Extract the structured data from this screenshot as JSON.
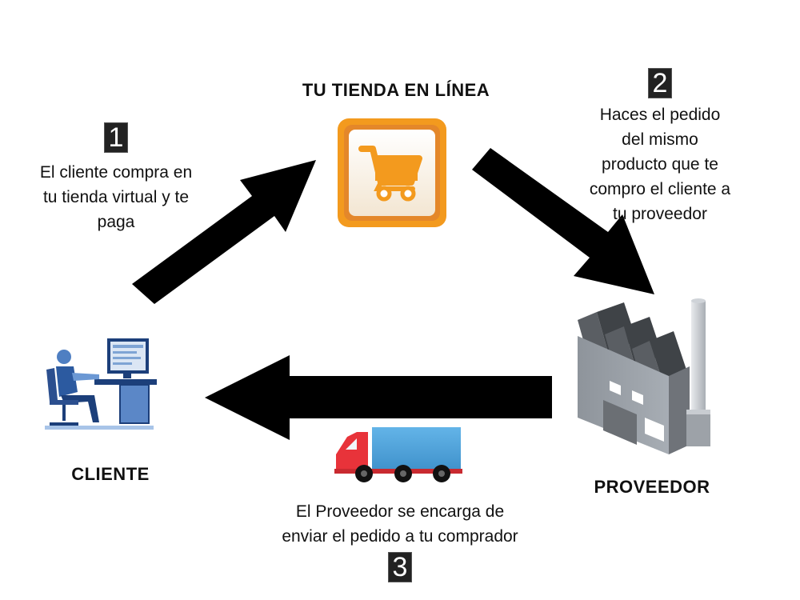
{
  "nodes": {
    "store": {
      "label": "TU TIENDA EN LÍNEA",
      "icon": "shopping-cart-icon"
    },
    "client": {
      "label": "CLIENTE",
      "icon": "computer-user-icon"
    },
    "supplier": {
      "label": "PROVEEDOR",
      "icon": "factory-icon"
    }
  },
  "steps": [
    {
      "number": "1",
      "lines": [
        "El cliente compra en",
        "tu tienda virtual y te",
        "paga"
      ]
    },
    {
      "number": "2",
      "lines": [
        "Haces el pedido",
        "del mismo",
        "producto que te",
        "compro el cliente a",
        "tu proveedor"
      ]
    },
    {
      "number": "3",
      "lines": [
        "El Proveedor se encarga de",
        "enviar el pedido a tu comprador"
      ],
      "icon": "delivery-truck-icon"
    }
  ],
  "colors": {
    "arrow": "#000000",
    "cart_orange": "#f39a1e",
    "truck_blue": "#4a9fd8",
    "truck_red": "#e8333a",
    "factory_gray": "#8a8f96"
  }
}
